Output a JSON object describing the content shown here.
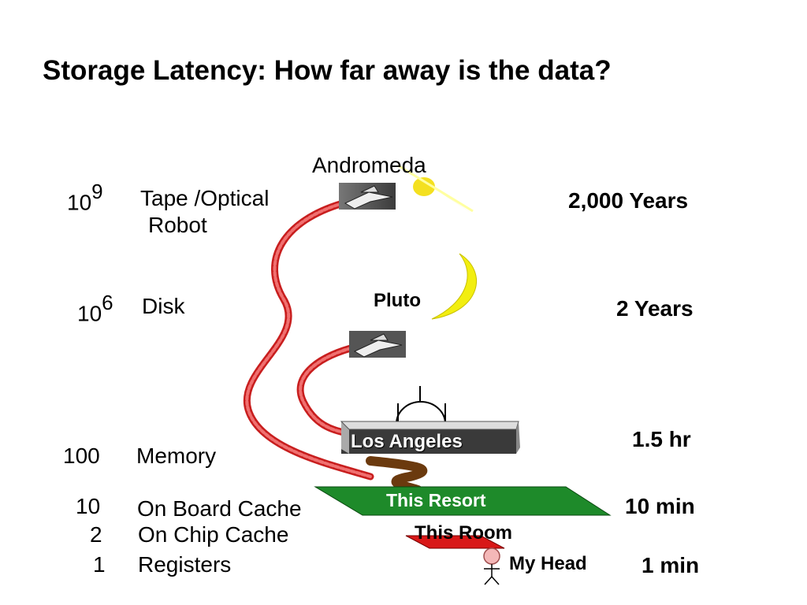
{
  "title": "Storage Latency: How far away is the data?",
  "levels": [
    {
      "id": "tape",
      "exp_base": "10",
      "exp_power": "9",
      "name_line1": "Tape /Optical",
      "name_line2": "Robot",
      "time": "2,000 Years",
      "place": "Andromeda"
    },
    {
      "id": "disk",
      "exp_base": "10",
      "exp_power": "6",
      "name": "Disk",
      "time": "2 Years",
      "place": "Pluto"
    },
    {
      "id": "memory",
      "value": "100",
      "name": "Memory",
      "time": "1.5 hr",
      "place": "Los Angeles"
    },
    {
      "id": "onboard",
      "value": "10",
      "name": "On Board  Cache",
      "time": "10 min",
      "place": "This Resort"
    },
    {
      "id": "onchip",
      "value": "2",
      "name": "On Chip Cache",
      "place": "This Room"
    },
    {
      "id": "registers",
      "value": "1",
      "name": "Registers",
      "time": "1 min",
      "place": "My Head"
    }
  ],
  "icons": [
    "space-shuttle-icon",
    "space-shuttle-icon",
    "moon-icon",
    "galaxy-icon",
    "building-icon",
    "stick-figure-icon",
    "rope-path-icon"
  ],
  "colors": {
    "rope": "#e43030",
    "resort": "#1e8a2a",
    "room": "#d81818",
    "moon": "#f2ee10",
    "building": "#555555",
    "path": "#6b3a0e"
  }
}
